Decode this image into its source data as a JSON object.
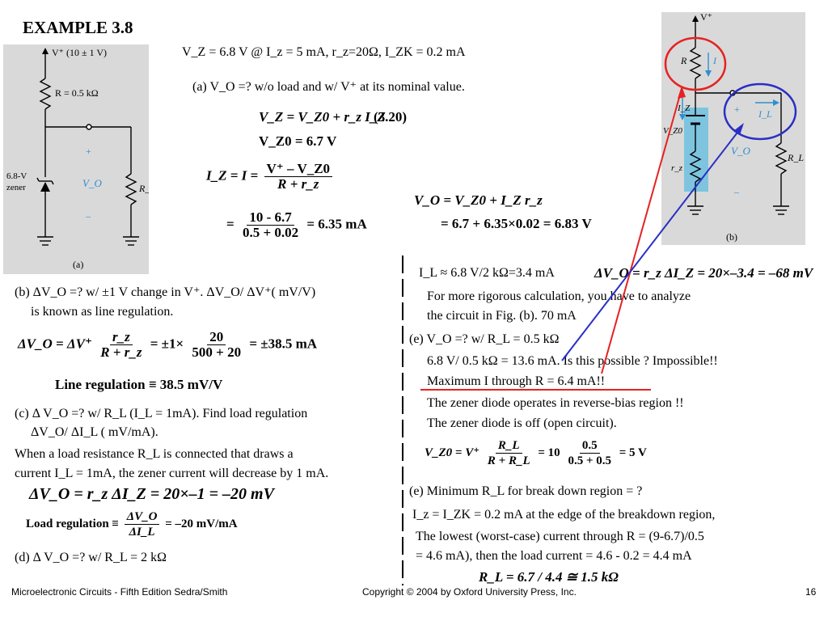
{
  "title": "EXAMPLE 3.8",
  "given": "V_Z = 6.8 V @ I_z = 5 mA, r_z=20Ω, I_ZK = 0.2 mA",
  "fig_a": {
    "supply": "V⁺ (10 ± 1 V)",
    "resistor": "R = 0.5 kΩ",
    "zener": "6.8-V zener",
    "plus": "+",
    "vo": "V_O",
    "minus": "–",
    "rl": "R_L",
    "caption": "(a)"
  },
  "fig_b": {
    "vplus": "V⁺",
    "r": "R",
    "i": "I",
    "iz": "I_Z",
    "plus": "+",
    "il": "I_L",
    "vz0": "V_Z0",
    "vo": "V_O",
    "rz": "r_z",
    "minus": "–",
    "rl": "R_L",
    "caption": "(b)"
  },
  "part_a": {
    "text": "(a) V_O =? w/o load and w/ V⁺ at its nominal value.",
    "eq1": "V_Z = V_Z0 + r_z I_Z",
    "eq1_num": "(3.20)",
    "eq2": "V_Z0 = 6.7 V",
    "eq3_lhs": "I_Z = I =",
    "eq3_num": "V⁺ – V_Z0",
    "eq3_den": "R + r_z",
    "eq4_num": "10 - 6.7",
    "eq4_den": "0.5 + 0.02",
    "eq4_res": "= 6.35 mA",
    "eq5": "V_O = V_Z0 + I_Z r_z",
    "eq6": "= 6.7 + 6.35×0.02 = 6.83 V"
  },
  "part_b": {
    "line1": "(b) ΔV_O =? w/ ±1 V change in V⁺. ΔV_O/ ΔV⁺( mV/V)",
    "line2": "is known as line regulation.",
    "eq_lhs": "ΔV_O = ΔV⁺",
    "eq_num": "r_z",
    "eq_den": "R + r_z",
    "eq_mid": "= ±1×",
    "eq_num2": "20",
    "eq_den2": "500 + 20",
    "eq_res": "= ±38.5 mA",
    "lr": "Line regulation ≡ 38.5 mV/V"
  },
  "part_c": {
    "line1": "(c) Δ V_O =? w/ R_L (I_L = 1mA). Find load regulation",
    "line2": "ΔV_O/ ΔI_L ( mV/mA).",
    "line3": "When a load resistance R_L is connected that draws a",
    "line4": "current I_L = 1mA, the zener current will decrease by 1 mA.",
    "eq": "ΔV_O = r_z ΔI_Z = 20×–1 = –20 mV",
    "lr_lhs": "Load regulation ≡",
    "lr_num": "ΔV_O",
    "lr_den": "ΔI_L",
    "lr_res": "= –20 mV/mA"
  },
  "part_d": {
    "line1": "(d) Δ V_O =? w/ R_L = 2 kΩ",
    "il": "I_L ≈ 6.8 V/2 kΩ=3.4 mA",
    "eq": "ΔV_O = r_z ΔI_Z = 20×–3.4 = –68 mV",
    "more1": "For more rigorous calculation, you have to analyze",
    "more2": "the circuit in Fig. (b). 70 mA"
  },
  "part_e": {
    "line1": "(e) V_O =? w/ R_L = 0.5 kΩ",
    "line2": "6.8 V/ 0.5 kΩ = 13.6 mA. Is this possible ?    Impossible!!",
    "line3": "Maximum I through R = 6.4 mA!!",
    "line4": "The zener diode operates in reverse-bias region !!",
    "line5": "The zener diode is off (open circuit).",
    "eq_lhs": "V_Z0 = V⁺",
    "eq_num": "R_L",
    "eq_den": "R + R_L",
    "eq_mid": "= 10",
    "eq_num2": "0.5",
    "eq_den2": "0.5 + 0.5",
    "eq_res": "= 5 V"
  },
  "part_f": {
    "line1": "(e) Minimum R_L for break down region = ?",
    "line2": "I_z = I_ZK = 0.2 mA at the edge of the breakdown region,",
    "line3": "The lowest (worst-case) current through R = (9-6.7)/0.5",
    "line4": "= 4.6 mA), then the load current = 4.6 - 0.2 = 4.4 mA",
    "eq": "R_L = 6.7 / 4.4 ≅ 1.5 kΩ"
  },
  "footer": {
    "left": "Microelectronic Circuits - Fifth Edition    Sedra/Smith",
    "center": "Copyright © 2004 by Oxford University Press, Inc.",
    "page": "16"
  },
  "colors": {
    "annotation_red": "#e52222",
    "annotation_blue": "#2a2fc4",
    "figure_blue": "#2e8fd1"
  }
}
